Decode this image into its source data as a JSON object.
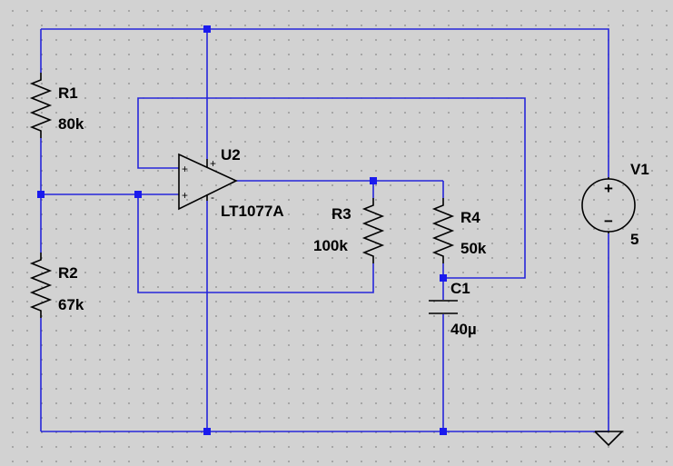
{
  "components": {
    "r1": {
      "ref": "R1",
      "value": "80k"
    },
    "r2": {
      "ref": "R2",
      "value": "67k"
    },
    "r3": {
      "ref": "R3",
      "value": "100k"
    },
    "r4": {
      "ref": "R4",
      "value": "50k"
    },
    "c1": {
      "ref": "C1",
      "value": "40µ"
    },
    "u2": {
      "ref": "U2",
      "value": "LT1077A",
      "plus_pin": "+",
      "minus_pin": "-"
    },
    "v1": {
      "ref": "V1",
      "value": "5",
      "plus_sign": "+",
      "minus_sign": "−"
    }
  },
  "colors": {
    "wire": "#2626d9",
    "junction": "#1a1aee",
    "component": "#000000",
    "background": "#d2d2d2"
  }
}
